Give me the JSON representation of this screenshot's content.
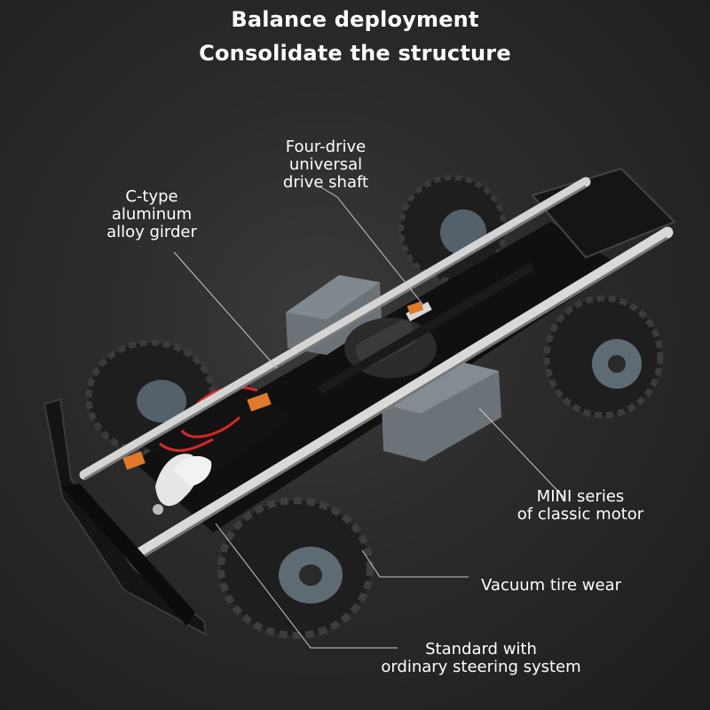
{
  "headline": {
    "line1": "Balance deployment",
    "line2": "Consolidate the structure"
  },
  "callouts": {
    "drive_shaft": [
      "Four-drive",
      "universal",
      "drive shaft"
    ],
    "girder": [
      "C-type",
      "aluminum",
      "alloy girder"
    ],
    "motor": [
      "MINI series",
      "of classic motor"
    ],
    "tire": "Vacuum tire wear",
    "steering": [
      "Standard with",
      "ordinary steering system"
    ]
  },
  "colors": {
    "text": "#ffffff",
    "background": "#2a2a2a",
    "rail": "#c9c9c9",
    "battery_box": "#6c7378",
    "tire": "#1e1e1e",
    "hub": "#5f6b73",
    "wire_red": "#d62828",
    "connector": "#e07a2a"
  }
}
